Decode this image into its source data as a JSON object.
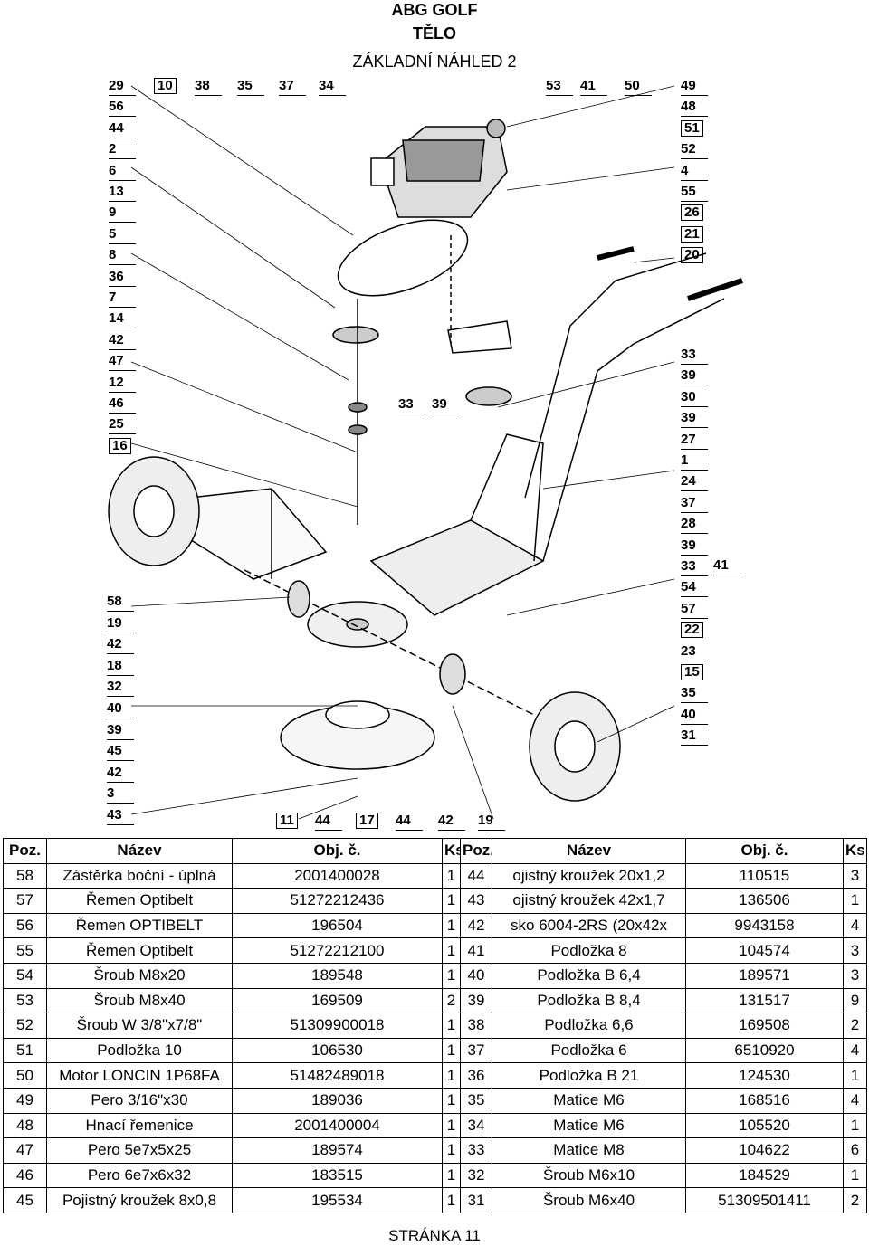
{
  "header": {
    "line1": "ABG GOLF",
    "line2": "TĚLO",
    "line3": "ZÁKLADNÍ NÁHLED 2"
  },
  "diagram": {
    "left_labels": [
      "29",
      "56",
      "44",
      "2",
      "6",
      "13",
      "9",
      "5",
      "8",
      "36",
      "7",
      "14",
      "42",
      "47",
      "12",
      "46",
      "25",
      "16"
    ],
    "top_labels_a": [
      "10",
      "38",
      "35",
      "37",
      "34"
    ],
    "top_labels_b": [
      "53",
      "41",
      "50"
    ],
    "right_labels_top": [
      "49",
      "48",
      "51",
      "52",
      "4",
      "55",
      "26",
      "21",
      "20"
    ],
    "mid_labels": [
      "33",
      "39"
    ],
    "right_labels_mid": [
      "33",
      "39",
      "30",
      "39",
      "27",
      "1",
      "24",
      "37",
      "28",
      "39",
      "33",
      "54",
      "57",
      "22",
      "23",
      "15",
      "35",
      "40",
      "31"
    ],
    "right_extra": "41",
    "left_labels_bottom": [
      "58",
      "19",
      "42",
      "18",
      "32",
      "40",
      "39",
      "45",
      "42",
      "3",
      "43"
    ],
    "bottom_labels": [
      "11",
      "44",
      "17",
      "44",
      "42",
      "19"
    ]
  },
  "table": {
    "headers": [
      "Poz.",
      "Název",
      "Obj. č.",
      "Ks",
      "Poz.",
      "Název",
      "Obj. č.",
      "Ks"
    ],
    "rows": [
      [
        "58",
        "Zástěrka boční - úplná",
        "2001400028",
        "1",
        "44",
        "ojistný kroužek 20x1,2",
        "110515",
        "3"
      ],
      [
        "57",
        "Řemen Optibelt",
        "51272212436",
        "1",
        "43",
        "ojistný kroužek 42x1,7",
        "136506",
        "1"
      ],
      [
        "56",
        "Řemen OPTIBELT",
        "196504",
        "1",
        "42",
        "sko 6004-2RS (20x42x",
        "9943158",
        "4"
      ],
      [
        "55",
        "Řemen Optibelt",
        "51272212100",
        "1",
        "41",
        "Podložka 8",
        "104574",
        "3"
      ],
      [
        "54",
        "Šroub M8x20",
        "189548",
        "1",
        "40",
        "Podložka B 6,4",
        "189571",
        "3"
      ],
      [
        "53",
        "Šroub M8x40",
        "169509",
        "2",
        "39",
        "Podložka B 8,4",
        "131517",
        "9"
      ],
      [
        "52",
        "Šroub W 3/8\"x7/8\"",
        "51309900018",
        "1",
        "38",
        "Podložka 6,6",
        "169508",
        "2"
      ],
      [
        "51",
        "Podložka 10",
        "106530",
        "1",
        "37",
        "Podložka 6",
        "6510920",
        "4"
      ],
      [
        "50",
        "Motor LONCIN 1P68FA",
        "51482489018",
        "1",
        "36",
        "Podložka B 21",
        "124530",
        "1"
      ],
      [
        "49",
        "Pero 3/16\"x30",
        "189036",
        "1",
        "35",
        "Matice M6",
        "168516",
        "4"
      ],
      [
        "48",
        "Hnací řemenice",
        "2001400004",
        "1",
        "34",
        "Matice M6",
        "105520",
        "1"
      ],
      [
        "47",
        "Pero 5e7x5x25",
        "189574",
        "1",
        "33",
        "Matice M8",
        "104622",
        "6"
      ],
      [
        "46",
        "Pero 6e7x6x32",
        "183515",
        "1",
        "32",
        "Šroub M6x10",
        "184529",
        "1"
      ],
      [
        "45",
        "Pojistný kroužek 8x0,8",
        "195534",
        "1",
        "31",
        "Šroub M6x40",
        "51309501411",
        "2"
      ]
    ]
  },
  "footer": "STRÁNKA 11"
}
